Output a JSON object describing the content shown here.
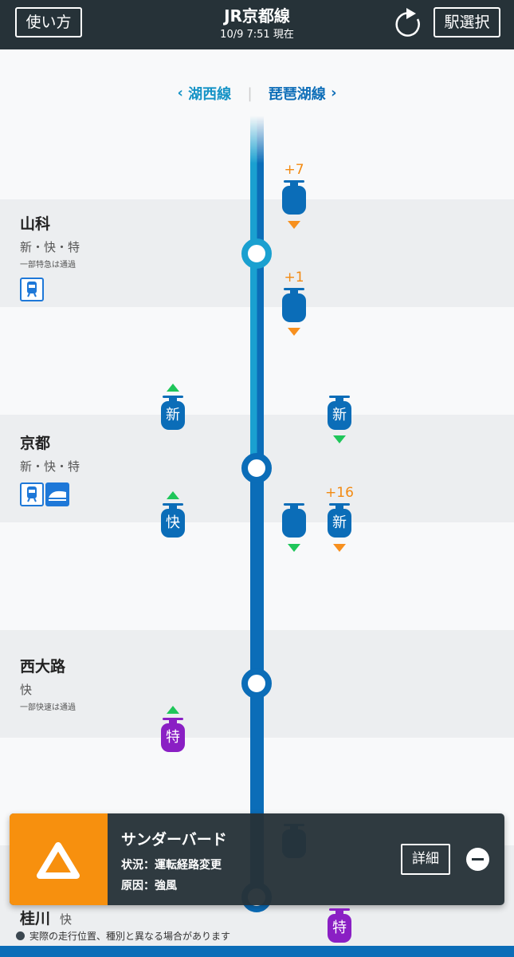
{
  "header": {
    "help": "使い方",
    "title": "JR京都線",
    "time": "10/9 7:51 現在",
    "select_station": "駅選択"
  },
  "nav": {
    "prev": "湖西線",
    "next": "琵琶湖線"
  },
  "stations": [
    {
      "name": "山科",
      "types": "新・快・特",
      "note": "一部特急は通過"
    },
    {
      "name": "京都",
      "types": "新・快・特"
    },
    {
      "name": "西大路",
      "types": "快",
      "note": "一部快速は通過"
    },
    {
      "name": "桂川",
      "types": "快"
    }
  ],
  "trains": {
    "t1_delay": "+7",
    "t2_delay": "+1",
    "t3": "新",
    "t4": "新",
    "t5": "快",
    "t7": "新",
    "t7_delay": "+16",
    "t8": "特",
    "t10": "特"
  },
  "banner": {
    "name": "サンダーバード",
    "status": "状況：運転経路変更",
    "cause": "原因：強風",
    "detail": "詳細"
  },
  "footer": {
    "note": "実際の走行位置、種別と異なる場合があります"
  },
  "colors": {
    "header": "#263238",
    "line": "#0b6db8",
    "line_light": "#1aa0d0",
    "warning": "#f7900e",
    "limited_express": "#8a1fc4"
  }
}
